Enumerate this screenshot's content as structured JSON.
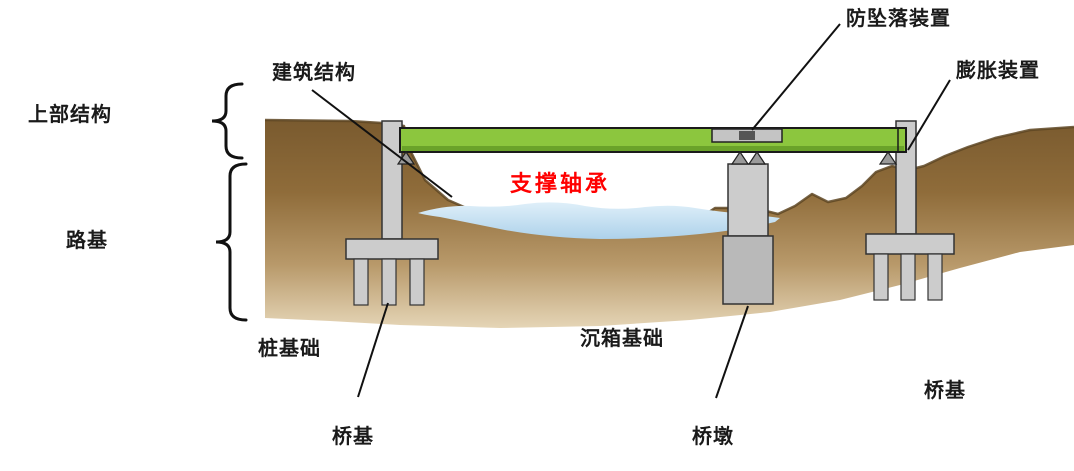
{
  "labels": {
    "superstructure": "上部结构",
    "roadbed": "路基",
    "building_structure": "建筑结构",
    "anti_fall_device": "防坠落装置",
    "expansion_device": "膨胀装置",
    "support_bearing": "支撑轴承",
    "pile_foundation": "桩基础",
    "caisson_foundation": "沉箱基础",
    "bridge_foundation_left": "桥基",
    "bridge_pier": "桥墩",
    "bridge_foundation_right": "桥基"
  },
  "colors": {
    "deck_green": "#8cc63e",
    "deck_edge_green": "#6aa22a",
    "earth_brown": "#8a6a3e",
    "water_blue": "#c4e1f3",
    "concrete_gray": "#cccccc",
    "caisson_gray": "#b9b9b9",
    "bearing_text_red": "#ff0000",
    "label_text": "#1a1a1a"
  }
}
